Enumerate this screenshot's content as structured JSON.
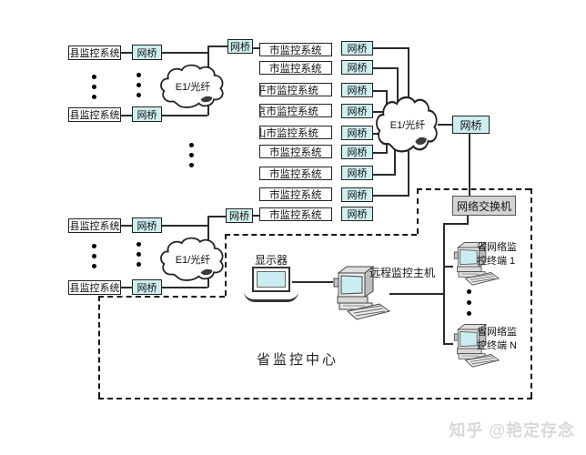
{
  "labels": {
    "county": "县监控系统",
    "bridge": "网桥",
    "fiber": "E1/光纤",
    "switch": "网络交换机",
    "display": "显示器",
    "host": "远程监控主机",
    "terminal1_line1": "省网络监",
    "terminal1_line2": "控终端 1",
    "terminalN_line1": "省网络监",
    "terminalN_line2": "控终端 N",
    "center": "省监控中心"
  },
  "city_rows": [
    {
      "label": "市监控系统"
    },
    {
      "label": "市监控系统"
    },
    {
      "label": "平市监控系统"
    },
    {
      "label": "京市监控系统"
    },
    {
      "label": "山市监控系统"
    },
    {
      "label": "市监控系统"
    },
    {
      "label": "市监控系统"
    },
    {
      "label": "市监控系统"
    },
    {
      "label": "市监控系统"
    }
  ],
  "colors": {
    "bridge_fill": "#cfeef0",
    "switch_fill": "#d4d4d4",
    "screen": "#c9edf0",
    "watermark_color": "#d9d9d9"
  },
  "watermark": "知乎 @艳定存念"
}
